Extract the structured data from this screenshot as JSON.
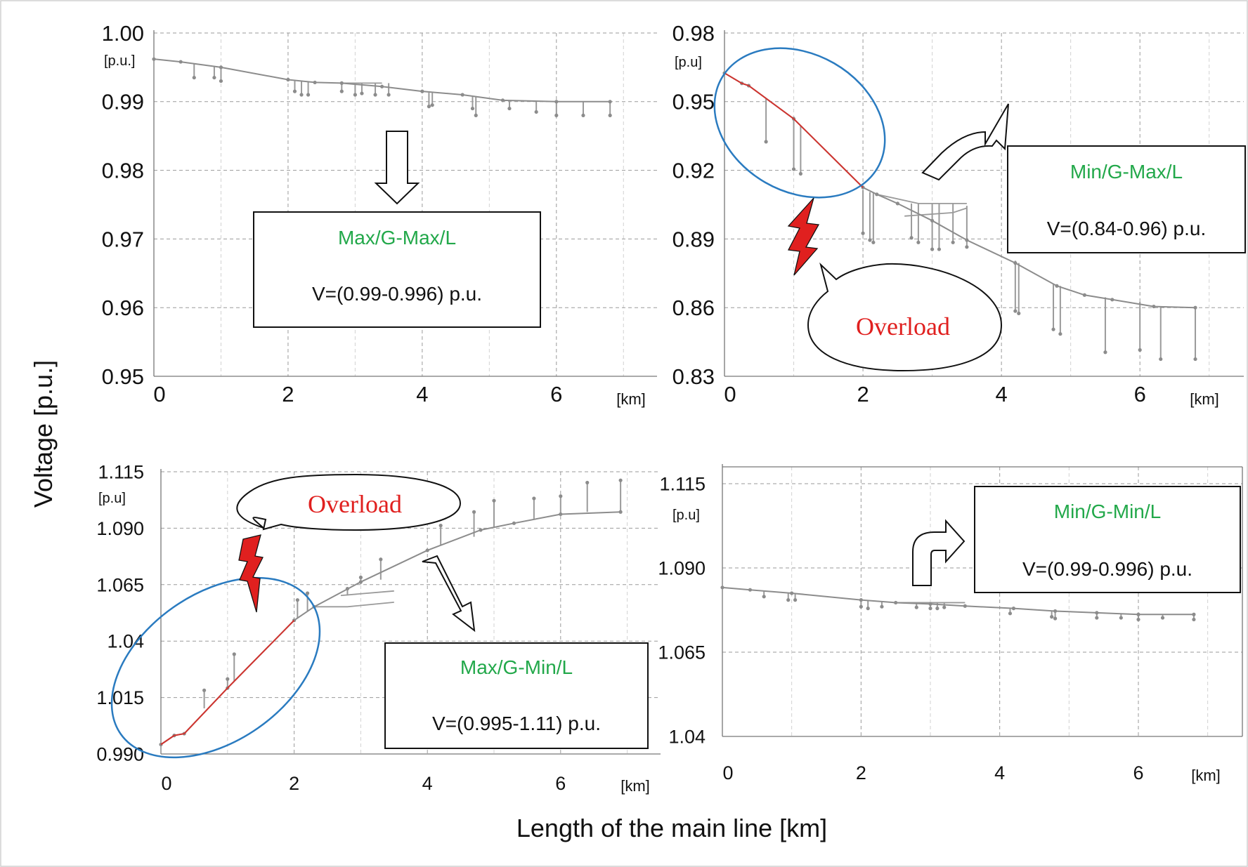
{
  "figure": {
    "ylabel": "Voltage [p.u.]",
    "xlabel": "Length of the main line [km]"
  },
  "chart_data": [
    {
      "id": "tl",
      "type": "line",
      "x_unit_label": "[km]",
      "y_unit_label": "[p.u.]",
      "xlim": [
        0,
        7.5
      ],
      "ylim": [
        0.95,
        1.0
      ],
      "x_ticks": [
        0,
        2,
        4,
        6
      ],
      "y_ticks": [
        0.95,
        0.96,
        0.97,
        0.98,
        0.99,
        1.0
      ],
      "y_tick_labels": [
        "0.95",
        "0.96",
        "0.97",
        "0.98",
        "0.99",
        "1.00"
      ],
      "main_line": [
        [
          0,
          0.9962
        ],
        [
          0.4,
          0.9958
        ],
        [
          1.0,
          0.995
        ],
        [
          2.0,
          0.9932
        ],
        [
          2.4,
          0.9928
        ],
        [
          2.8,
          0.9927
        ],
        [
          3.4,
          0.9922
        ],
        [
          4.0,
          0.9915
        ],
        [
          4.6,
          0.991
        ],
        [
          5.2,
          0.9902
        ],
        [
          6.0,
          0.99
        ],
        [
          6.8,
          0.99
        ]
      ],
      "branches": [
        [
          [
            2.8,
            0.9927
          ],
          [
            3.4,
            0.9927
          ]
        ]
      ],
      "drops": [
        [
          0.6,
          0.9955,
          0.9935
        ],
        [
          0.9,
          0.9952,
          0.9935
        ],
        [
          1.0,
          0.995,
          0.993
        ],
        [
          2.1,
          0.993,
          0.9915
        ],
        [
          2.2,
          0.993,
          0.991
        ],
        [
          2.3,
          0.993,
          0.991
        ],
        [
          2.8,
          0.9927,
          0.9915
        ],
        [
          3.0,
          0.9927,
          0.991
        ],
        [
          3.1,
          0.9927,
          0.9912
        ],
        [
          3.3,
          0.9927,
          0.991
        ],
        [
          3.5,
          0.9927,
          0.991
        ],
        [
          4.1,
          0.9913,
          0.9893
        ],
        [
          4.15,
          0.9913,
          0.9895
        ],
        [
          4.75,
          0.9907,
          0.989
        ],
        [
          4.8,
          0.9907,
          0.988
        ],
        [
          5.3,
          0.9902,
          0.989
        ],
        [
          5.7,
          0.9901,
          0.9885
        ],
        [
          6.0,
          0.99,
          0.988
        ],
        [
          6.4,
          0.99,
          0.988
        ],
        [
          6.8,
          0.99,
          0.988
        ]
      ],
      "highlight_segment": null,
      "annotation": {
        "title": "Max/G-Max/L",
        "range": "V=(0.99-0.996) p.u."
      }
    },
    {
      "id": "tr",
      "type": "line",
      "x_unit_label": "[km]",
      "y_unit_label": "[p.u]",
      "xlim": [
        0,
        7.5
      ],
      "ylim": [
        0.83,
        0.98
      ],
      "x_ticks": [
        0,
        2,
        4,
        6
      ],
      "y_ticks": [
        0.83,
        0.86,
        0.89,
        0.92,
        0.95,
        0.98
      ],
      "y_tick_labels": [
        "0.83",
        "0.86",
        "0.89",
        "0.92",
        "0.95",
        "0.98"
      ],
      "main_line": [
        [
          0,
          0.9625
        ],
        [
          0.25,
          0.958
        ],
        [
          0.35,
          0.957
        ],
        [
          1.0,
          0.9425
        ],
        [
          2.0,
          0.9125
        ],
        [
          2.2,
          0.9095
        ],
        [
          2.5,
          0.9055
        ],
        [
          3.0,
          0.898
        ],
        [
          3.5,
          0.8895
        ],
        [
          4.2,
          0.8795
        ],
        [
          4.8,
          0.8695
        ],
        [
          5.2,
          0.8655
        ],
        [
          5.6,
          0.8635
        ],
        [
          6.2,
          0.8605
        ],
        [
          6.8,
          0.86
        ]
      ],
      "branches": [
        [
          [
            2.2,
            0.9095
          ],
          [
            2.8,
            0.9055
          ],
          [
            3.5,
            0.9055
          ]
        ],
        [
          [
            2.6,
            0.9
          ],
          [
            3.3,
            0.9015
          ],
          [
            3.5,
            0.9035
          ]
        ]
      ],
      "drops": [
        [
          0.6,
          0.9515,
          0.9325
        ],
        [
          1.0,
          0.9435,
          0.9205
        ],
        [
          1.1,
          0.9395,
          0.9185
        ],
        [
          2.0,
          0.9115,
          0.8925
        ],
        [
          2.1,
          0.9105,
          0.8895
        ],
        [
          2.15,
          0.9105,
          0.8885
        ],
        [
          2.7,
          0.9055,
          0.8905
        ],
        [
          2.8,
          0.9055,
          0.8885
        ],
        [
          3.0,
          0.9055,
          0.8855
        ],
        [
          3.1,
          0.9055,
          0.8855
        ],
        [
          3.3,
          0.9055,
          0.8885
        ],
        [
          3.5,
          0.9045,
          0.8865
        ],
        [
          4.2,
          0.8805,
          0.8585
        ],
        [
          4.25,
          0.8795,
          0.8575
        ],
        [
          4.75,
          0.8705,
          0.8505
        ],
        [
          4.85,
          0.8695,
          0.8485
        ],
        [
          5.5,
          0.8645,
          0.8405
        ],
        [
          6.0,
          0.8625,
          0.8415
        ],
        [
          6.3,
          0.8605,
          0.8375
        ],
        [
          6.8,
          0.8605,
          0.8375
        ]
      ],
      "highlight_segment": [
        [
          0,
          0.9625
        ],
        [
          0.25,
          0.958
        ],
        [
          0.35,
          0.957
        ],
        [
          1.0,
          0.9425
        ],
        [
          2.0,
          0.9125
        ]
      ],
      "annotation": {
        "title": "Min/G-Max/L",
        "range": "V=(0.84-0.96) p.u.",
        "callout": "Overload"
      }
    },
    {
      "id": "bl",
      "type": "line",
      "x_unit_label": "[km]",
      "y_unit_label": "[p.u]",
      "xlim": [
        0,
        7.5
      ],
      "ylim": [
        0.99,
        1.115
      ],
      "x_ticks": [
        0,
        2,
        4,
        6
      ],
      "y_ticks": [
        0.99,
        1.015,
        1.04,
        1.065,
        1.09,
        1.115
      ],
      "y_tick_labels": [
        "0.990",
        "1.015",
        "1.04",
        "1.065",
        "1.090",
        "1.115"
      ],
      "main_line": [
        [
          0,
          0.9942
        ],
        [
          0.2,
          0.9982
        ],
        [
          0.35,
          0.999
        ],
        [
          1.0,
          1.0192
        ],
        [
          2.0,
          1.0492
        ],
        [
          2.3,
          1.0552
        ],
        [
          3.0,
          1.0662
        ],
        [
          4.0,
          1.0802
        ],
        [
          4.8,
          1.0892
        ],
        [
          5.3,
          1.0922
        ],
        [
          6.0,
          1.0962
        ],
        [
          6.9,
          1.0972
        ]
      ],
      "branches": [
        [
          [
            2.3,
            1.0552
          ],
          [
            2.8,
            1.0552
          ],
          [
            3.5,
            1.0572
          ]
        ],
        [
          [
            2.7,
            1.0602
          ],
          [
            3.5,
            1.0622
          ]
        ]
      ],
      "drops": [
        [
          0.65,
          1.0102,
          1.0182
        ],
        [
          1.0,
          1.0192,
          1.0232
        ],
        [
          1.1,
          1.0222,
          1.0342
        ],
        [
          2.05,
          1.0502,
          1.0582
        ],
        [
          2.2,
          1.0532,
          1.0612
        ],
        [
          2.8,
          1.0602,
          1.0632
        ],
        [
          3.0,
          1.0652,
          1.0682
        ],
        [
          3.3,
          1.0672,
          1.0762
        ],
        [
          4.2,
          1.0822,
          1.0912
        ],
        [
          4.7,
          1.0862,
          1.0972
        ],
        [
          5.0,
          1.0902,
          1.1022
        ],
        [
          5.6,
          1.0942,
          1.1032
        ],
        [
          6.0,
          1.0962,
          1.1042
        ],
        [
          6.4,
          1.0972,
          1.1102
        ],
        [
          6.9,
          1.0972,
          1.1112
        ]
      ],
      "highlight_segment": [
        [
          0,
          0.9942
        ],
        [
          0.2,
          0.9982
        ],
        [
          0.35,
          0.999
        ],
        [
          1.0,
          1.0192
        ],
        [
          2.0,
          1.0492
        ]
      ],
      "annotation": {
        "title": "Max/G-Min/L",
        "range": "V=(0.995-1.11) p.u.",
        "callout": "Overload"
      }
    },
    {
      "id": "br",
      "type": "line",
      "x_unit_label": "[km]",
      "y_unit_label": "[p.u]",
      "xlim": [
        0,
        7.5
      ],
      "ylim": [
        1.04,
        1.12
      ],
      "x_ticks": [
        0,
        2,
        4,
        6
      ],
      "y_ticks": [
        1.04,
        1.065,
        1.09,
        1.115
      ],
      "y_tick_labels": [
        "1.04",
        "1.065",
        "1.090",
        "1.115"
      ],
      "main_line": [
        [
          0,
          1.0842
        ],
        [
          0.4,
          1.0835
        ],
        [
          1.0,
          1.0825
        ],
        [
          2.0,
          1.0805
        ],
        [
          2.5,
          1.0797
        ],
        [
          3.0,
          1.0793
        ],
        [
          3.5,
          1.0787
        ],
        [
          4.2,
          1.078
        ],
        [
          4.8,
          1.0772
        ],
        [
          5.4,
          1.0767
        ],
        [
          6.0,
          1.0762
        ],
        [
          6.8,
          1.0762
        ]
      ],
      "branches": [
        [
          [
            2.5,
            1.0797
          ],
          [
            3.5,
            1.0797
          ]
        ]
      ],
      "drops": [
        [
          0.6,
          1.0832,
          1.0815
        ],
        [
          0.95,
          1.0826,
          1.0805
        ],
        [
          1.05,
          1.0825,
          1.0805
        ],
        [
          2.0,
          1.0805,
          1.0785
        ],
        [
          2.1,
          1.0803,
          1.078
        ],
        [
          2.3,
          1.08,
          1.0785
        ],
        [
          2.8,
          1.0797,
          1.0783
        ],
        [
          3.0,
          1.0797,
          1.078
        ],
        [
          3.1,
          1.0797,
          1.078
        ],
        [
          3.2,
          1.0797,
          1.0783
        ],
        [
          4.15,
          1.0782,
          1.0765
        ],
        [
          4.75,
          1.0773,
          1.0755
        ],
        [
          4.8,
          1.0772,
          1.075
        ],
        [
          5.4,
          1.0767,
          1.0752
        ],
        [
          5.75,
          1.0765,
          1.0752
        ],
        [
          6.0,
          1.0762,
          1.0747
        ],
        [
          6.35,
          1.0762,
          1.0752
        ],
        [
          6.8,
          1.0762,
          1.0747
        ]
      ],
      "highlight_segment": null,
      "annotation": {
        "title": "Min/G-Min/L",
        "range": "V=(0.99-0.996) p.u."
      }
    }
  ]
}
